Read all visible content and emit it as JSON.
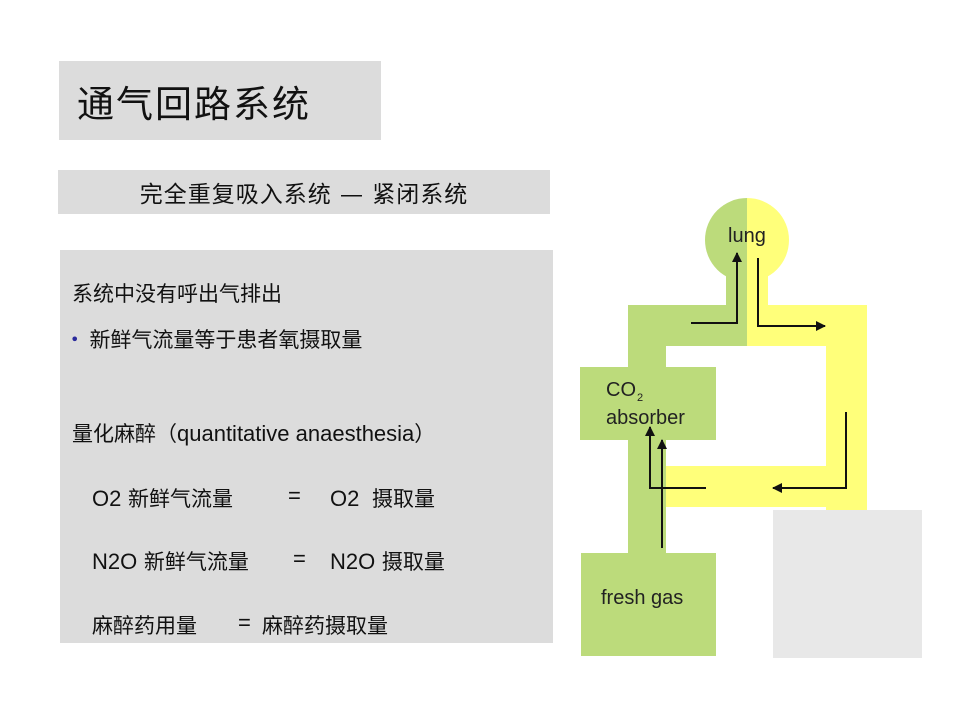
{
  "title": "通气回路系统",
  "subtitle": "完全重复吸入系统 — 紧闭系统",
  "content": {
    "line1": "系统中没有呼出气排出",
    "bullet_item": "新鲜气流量等于患者氧摄取量",
    "q_prefix": "量化麻醉（",
    "q_latin": "quantitative anaesthesia",
    "q_suffix": "）",
    "eq1_left_latin": "O2",
    "eq1_left_cn": " 新鲜气流量",
    "eq1_op": "=",
    "eq1_right_latin": "O2",
    "eq1_right_cn": " 摄取量",
    "eq2_left_latin": "N2O",
    "eq2_left_cn": " 新鲜气流量",
    "eq2_op": "=",
    "eq2_right_latin": "N2O",
    "eq2_right_cn": " 摄取量",
    "eq3_left": "麻醉药用量",
    "eq3_op": "=",
    "eq3_right": "麻醉药摄取量"
  },
  "diagram": {
    "lung_label": "lung",
    "absorber_label_main": "CO",
    "absorber_label_sub": "2",
    "absorber_label_line2": "absorber",
    "fresh_gas_label": "fresh gas",
    "colors": {
      "green": "#bcdb7b",
      "yellow": "#ffff7a",
      "gray": "#e8e8e8",
      "arrow": "#111111"
    }
  }
}
